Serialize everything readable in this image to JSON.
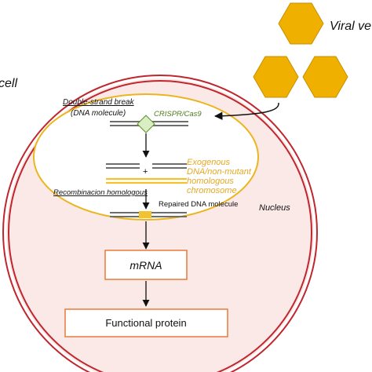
{
  "labels": {
    "viral_vector": "Viral ve",
    "cell": "cell",
    "double_strand_break": "Double-strand break",
    "dna_molecule": "(DNA molecule)",
    "crispr_cas9": "CRISPR/Cas9",
    "plus": "+",
    "exogenous_lines": [
      "Exogenous",
      "DNA/non-mutant",
      "homologous",
      "chromosome"
    ],
    "recombination": "Recombinacion homologous",
    "repaired": "Repaired DNA molecule",
    "nucleus": "Nucleus",
    "mrna": "mRNA",
    "functional_protein": "Functional protein"
  },
  "colors": {
    "cell_membrane": "#c0262e",
    "cytoplasm_fill": "#fbe9e7",
    "nucleus_border": "#eab51f",
    "nucleus_fill": "#ffffff",
    "hexagon_fill": "#f0b000",
    "hexagon_stroke": "#c98f00",
    "dna_strand": "#6e6e6e",
    "exogenous_dna": "#f2c230",
    "exogenous_text": "#e3a826",
    "crispr_text": "#4c7a1e",
    "crispr_fill": "#d9eec2",
    "crispr_stroke": "#5f8f2b",
    "box_border": "#e87a3a",
    "text": "#111111"
  }
}
